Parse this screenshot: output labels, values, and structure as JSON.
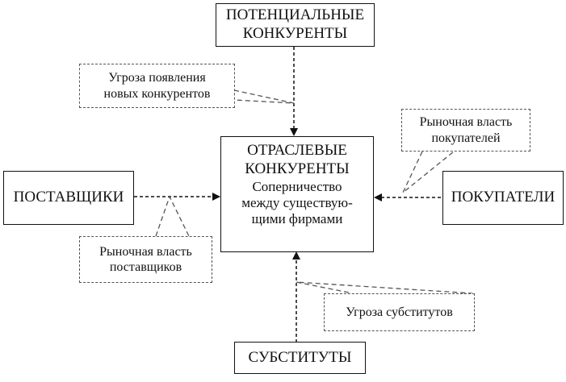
{
  "diagram": {
    "title": "Five forces competition model",
    "nodes": {
      "potential": {
        "lines": [
          "ПОТЕНЦИАЛЬНЫЕ",
          "КОНКУРЕНТЫ"
        ]
      },
      "industry": {
        "lines": [
          "ОТРАСЛЕВЫЕ",
          "КОНКУРЕНТЫ",
          "Соперничество",
          "между существую-",
          "щими фирмами"
        ]
      },
      "suppliers": {
        "lines": [
          "ПОСТАВЩИКИ"
        ]
      },
      "buyers": {
        "lines": [
          "ПОКУПАТЕЛИ"
        ]
      },
      "substitutes": {
        "lines": [
          "СУБСТИТУТЫ"
        ]
      }
    },
    "callouts": {
      "new_entrants": {
        "lines": [
          "Угроза появления",
          "новых конкурентов"
        ]
      },
      "buyer_power": {
        "lines": [
          "Рыночная власть",
          "покупателей"
        ]
      },
      "supplier_power": {
        "lines": [
          "Рыночная власть",
          "поставщиков"
        ]
      },
      "substitutes_threat": {
        "lines": [
          "Угроза субститутов"
        ]
      }
    },
    "edges": [
      {
        "from": "potential",
        "to": "industry",
        "style": "dashed",
        "label": "new_entrants"
      },
      {
        "from": "suppliers",
        "to": "industry",
        "style": "dashed",
        "label": "supplier_power"
      },
      {
        "from": "buyers",
        "to": "industry",
        "style": "dashed",
        "label": "buyer_power"
      },
      {
        "from": "substitutes",
        "to": "industry",
        "style": "dashed",
        "label": "substitutes_threat"
      }
    ]
  }
}
